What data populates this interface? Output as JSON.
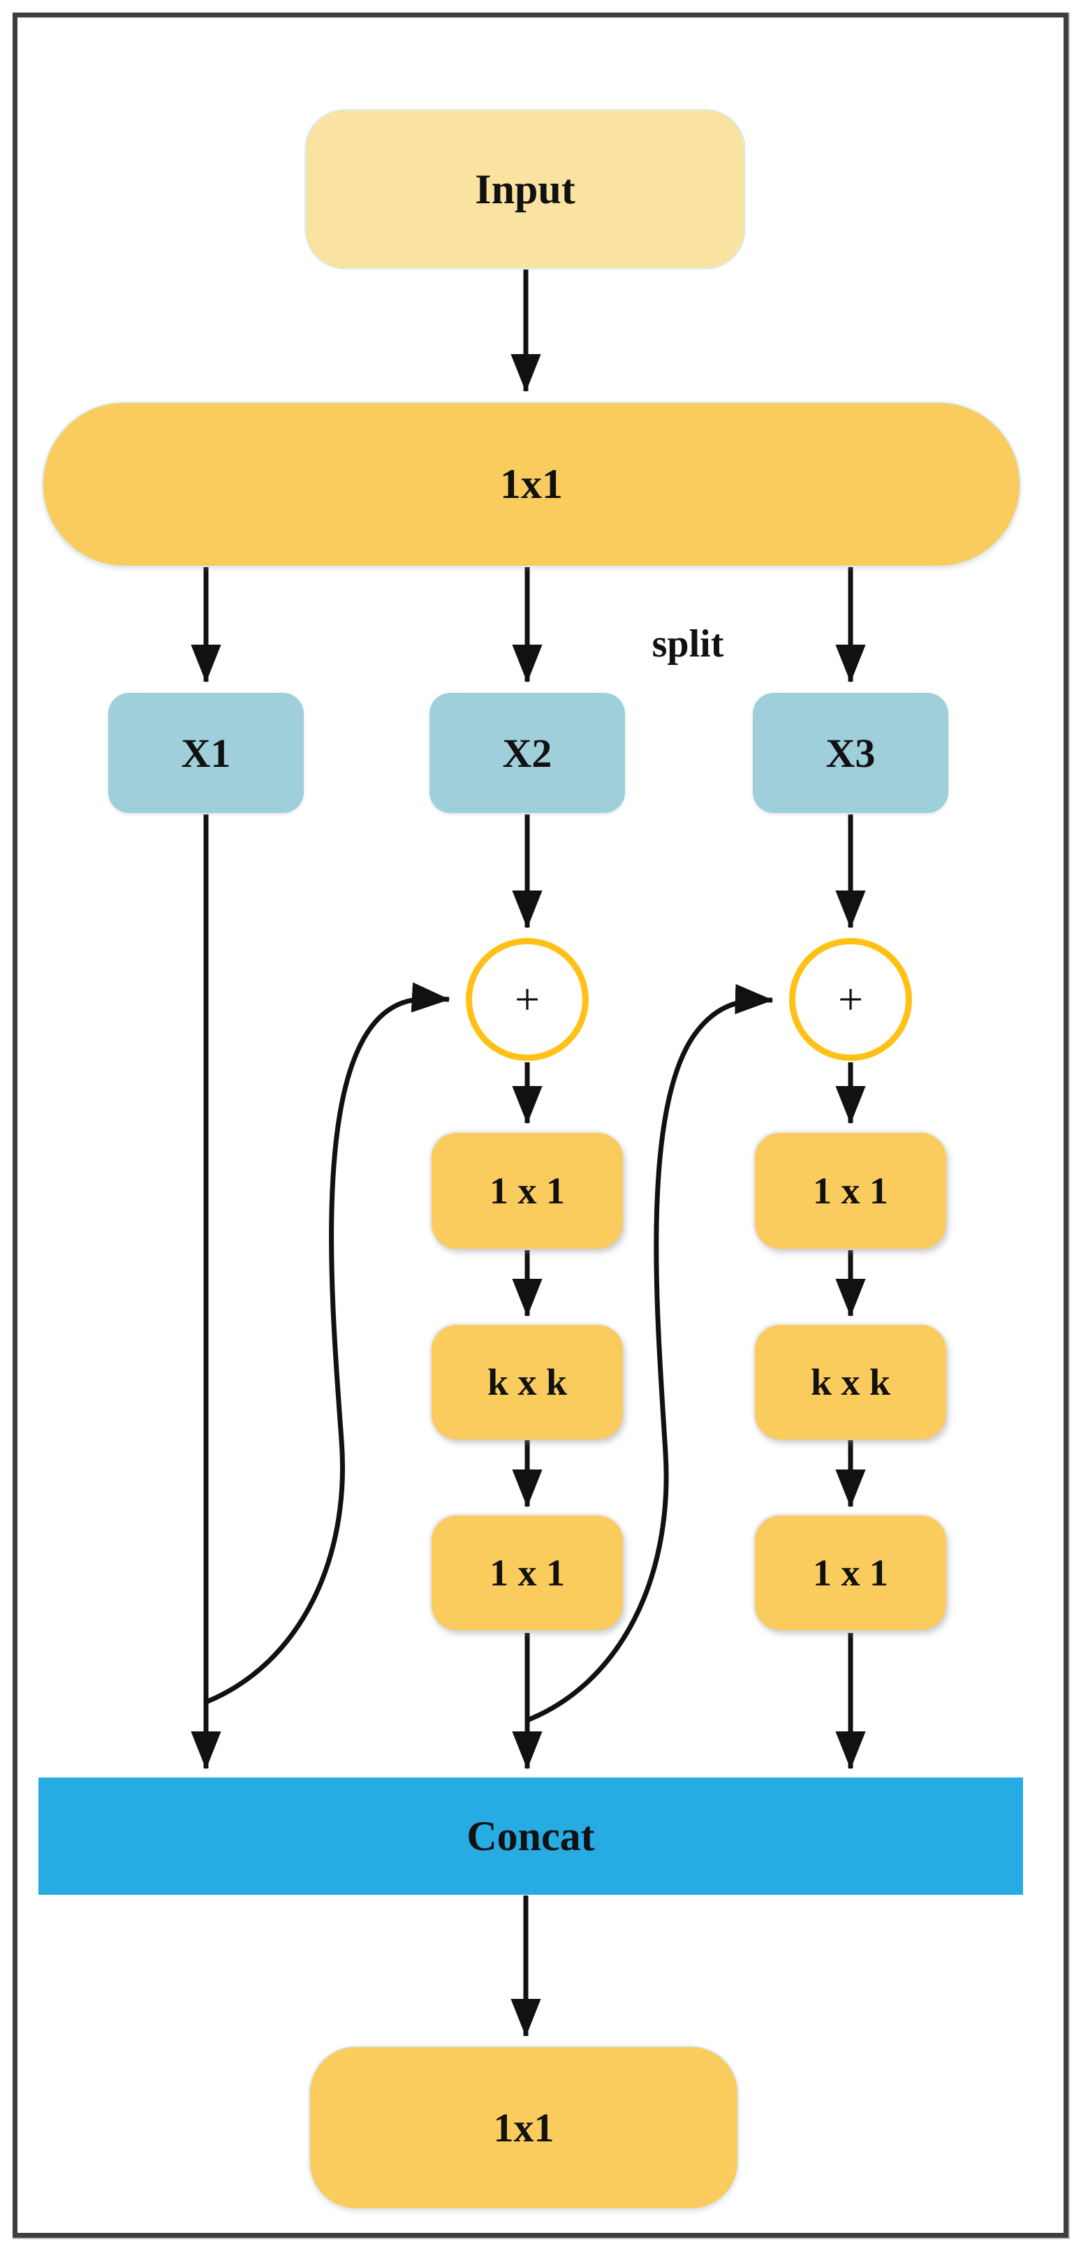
{
  "figure": {
    "description": "Res2Net-style split-transform-concat convolution block diagram",
    "background": "#ffffff",
    "frame_color": "#3e3e3e"
  },
  "colors": {
    "input_fill": "#fae2a0",
    "conv_fill": "#facc5e",
    "branch_fill": "#9ecfda",
    "concat_fill": "#26ace3",
    "add_circle_stroke": "#ffc115",
    "line_ink": "#111111"
  },
  "nodes": {
    "input": {
      "label": "Input"
    },
    "conv_top": {
      "label": "1x1"
    },
    "split": {
      "label": "split"
    },
    "branch1": {
      "label": "X1"
    },
    "branch2": {
      "label": "X2"
    },
    "branch3": {
      "label": "X3"
    },
    "add": {
      "label": "+"
    },
    "concat": {
      "label": "Concat"
    },
    "output": {
      "label": "1x1"
    }
  },
  "branch2_ops": [
    {
      "label": "1 x 1"
    },
    {
      "label": "k x k"
    },
    {
      "label": "1 x 1"
    }
  ],
  "branch3_ops": [
    {
      "label": "1 x 1"
    },
    {
      "label": "k x k"
    },
    {
      "label": "1 x 1"
    }
  ]
}
